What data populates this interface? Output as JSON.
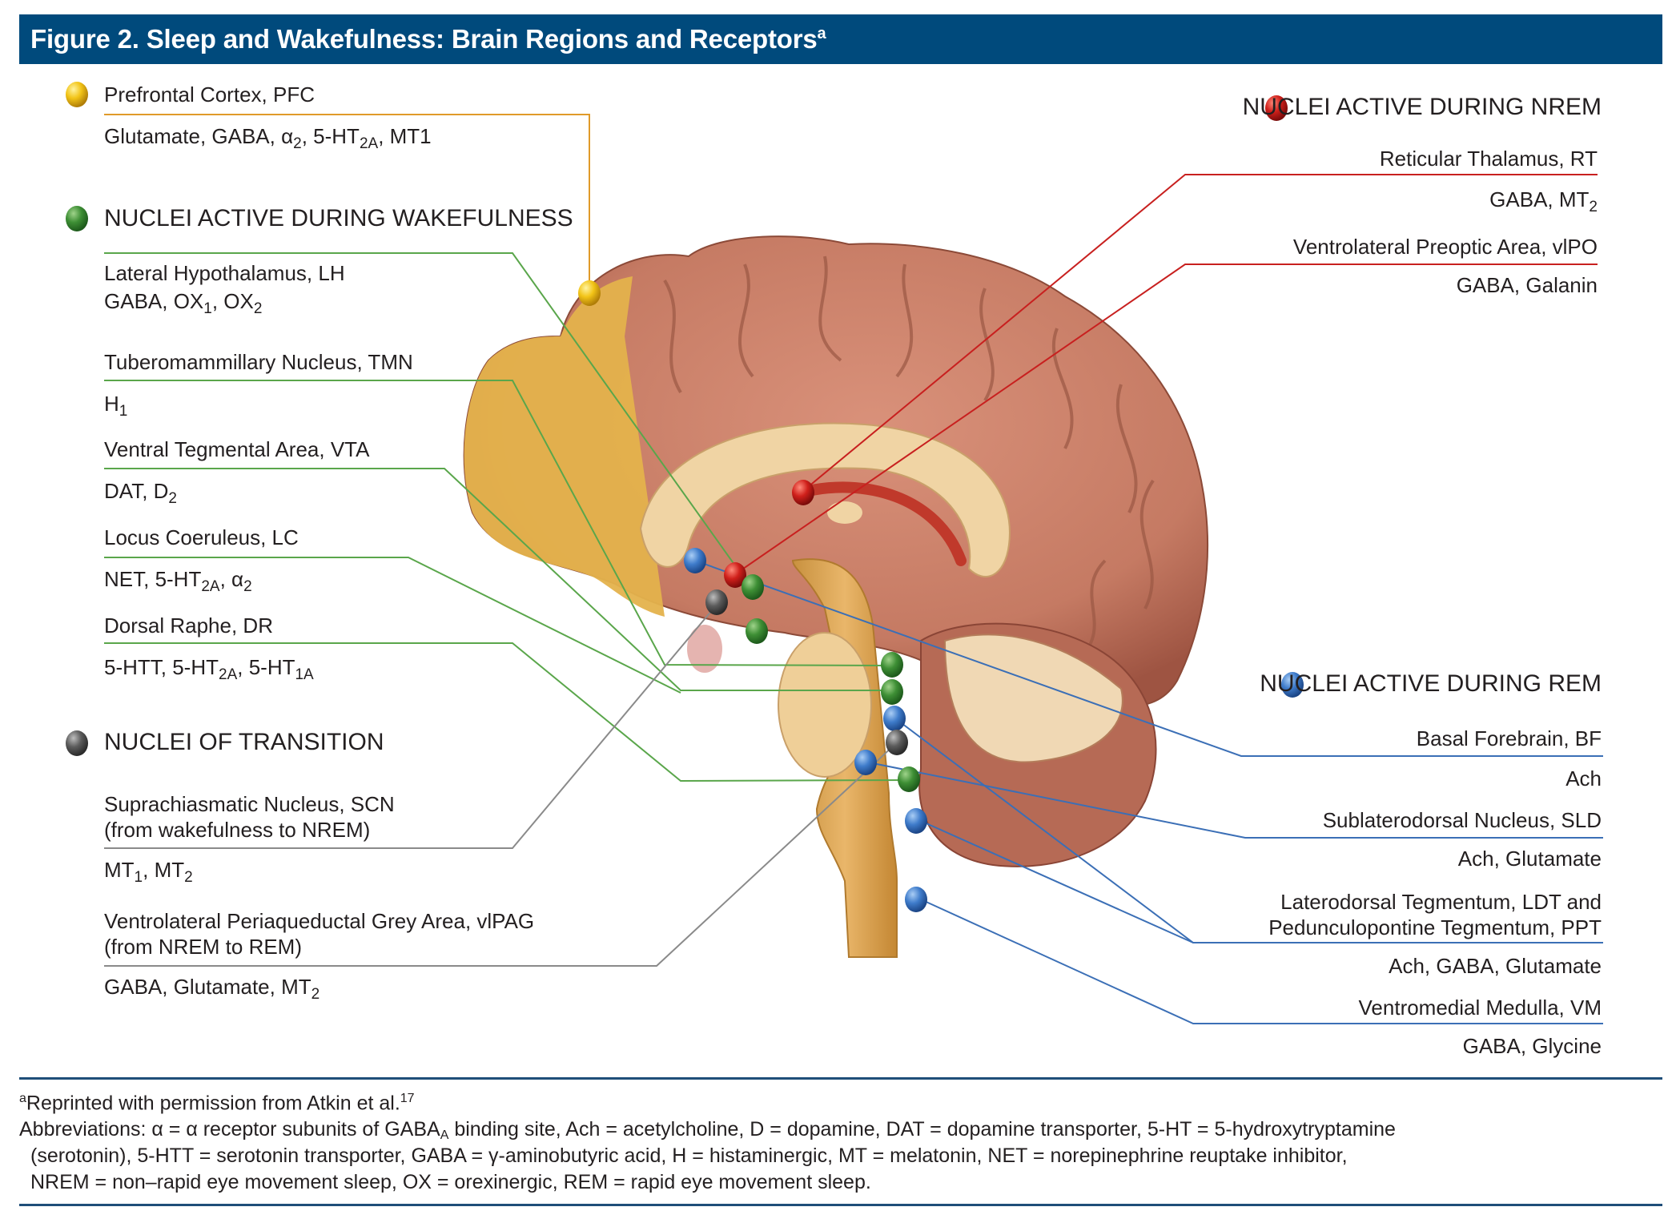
{
  "title": {
    "text": "Figure 2. Sleep and Wakefulness: Brain Regions and Receptors",
    "superscript": "a",
    "bar_color": "#004a7c"
  },
  "colors": {
    "pfc": "#e8a617",
    "wake": "#4a9a3a",
    "nrem": "#c8201f",
    "rem": "#3b6fb6",
    "transition": "#8a8a8a"
  },
  "pfc": {
    "name": "Prefrontal Cortex, PFC",
    "receptors": [
      {
        "t": "Glutamate, GABA, α"
      },
      {
        "sub": "2"
      },
      {
        "t": ", 5-HT"
      },
      {
        "sub": "2A"
      },
      {
        "t": ", MT1"
      }
    ]
  },
  "wake": {
    "heading": "NUCLEI ACTIVE DURING WAKEFULNESS",
    "items": [
      {
        "name": "Lateral Hypothalamus, LH",
        "receptors": [
          {
            "t": "GABA, OX"
          },
          {
            "sub": "1"
          },
          {
            "t": ", OX"
          },
          {
            "sub": "2"
          }
        ]
      },
      {
        "name": "Tuberomammillary Nucleus, TMN",
        "receptors": [
          {
            "t": "H"
          },
          {
            "sub": "1"
          }
        ]
      },
      {
        "name": "Ventral Tegmental Area, VTA",
        "receptors": [
          {
            "t": "DAT, D"
          },
          {
            "sub": "2"
          }
        ]
      },
      {
        "name": "Locus Coeruleus, LC",
        "receptors": [
          {
            "t": "NET, 5-HT"
          },
          {
            "sub": "2A"
          },
          {
            "t": ", α"
          },
          {
            "sub": "2"
          }
        ]
      },
      {
        "name": "Dorsal Raphe, DR",
        "receptors": [
          {
            "t": "5-HTT, 5-HT"
          },
          {
            "sub": "2A"
          },
          {
            "t": ", 5-HT"
          },
          {
            "sub": "1A"
          }
        ]
      }
    ]
  },
  "transition": {
    "heading": "NUCLEI OF TRANSITION",
    "items": [
      {
        "name": "Suprachiasmatic Nucleus, SCN",
        "note": "(from wakefulness to NREM)",
        "receptors": [
          {
            "t": "MT"
          },
          {
            "sub": "1"
          },
          {
            "t": ", MT"
          },
          {
            "sub": "2"
          }
        ]
      },
      {
        "name": "Ventrolateral Periaqueductal Grey Area, vlPAG",
        "note": "(from NREM to REM)",
        "receptors": [
          {
            "t": "GABA, Glutamate, MT"
          },
          {
            "sub": "2"
          }
        ]
      }
    ]
  },
  "nrem": {
    "heading": "NUCLEI ACTIVE DURING NREM",
    "items": [
      {
        "name": "Reticular Thalamus, RT",
        "receptors": [
          {
            "t": "GABA, MT"
          },
          {
            "sub": "2"
          }
        ]
      },
      {
        "name": "Ventrolateral Preoptic Area, vlPO",
        "receptors": [
          {
            "t": "GABA, Galanin"
          }
        ]
      }
    ]
  },
  "rem": {
    "heading": "NUCLEI ACTIVE DURING REM",
    "items": [
      {
        "name": "Basal Forebrain, BF",
        "receptors": [
          {
            "t": "Ach"
          }
        ]
      },
      {
        "name": "Sublaterodorsal Nucleus, SLD",
        "receptors": [
          {
            "t": "Ach, Glutamate"
          }
        ]
      },
      {
        "name": "Laterodorsal Tegmentum, LDT and",
        "name2": "Pedunculopontine Tegmentum, PPT",
        "receptors": [
          {
            "t": "Ach, GABA, Glutamate"
          }
        ]
      },
      {
        "name": "Ventromedial Medulla, VM",
        "receptors": [
          {
            "t": "GABA, Glycine"
          }
        ]
      }
    ]
  },
  "footnote": {
    "marker": "a",
    "text": "Reprinted with permission from Atkin et al.",
    "ref": "17",
    "abbrev_line1_a": "Abbreviations: α = α receptor subunits of GABA",
    "abbrev_line1_sub": "A",
    "abbrev_line1_b": " binding site, Ach = acetylcholine, D = dopamine, DAT = dopamine transporter, 5-HT = 5-hydroxytryptamine",
    "abbrev_line2": "(serotonin), 5-HTT = serotonin transporter, GABA = γ-aminobutyric acid, H = histaminergic, MT = melatonin, NET = norepinephrine reuptake inhibitor,",
    "abbrev_line3": "NREM = non–rapid eye movement sleep, OX = orexinergic, REM = rapid eye movement sleep."
  }
}
